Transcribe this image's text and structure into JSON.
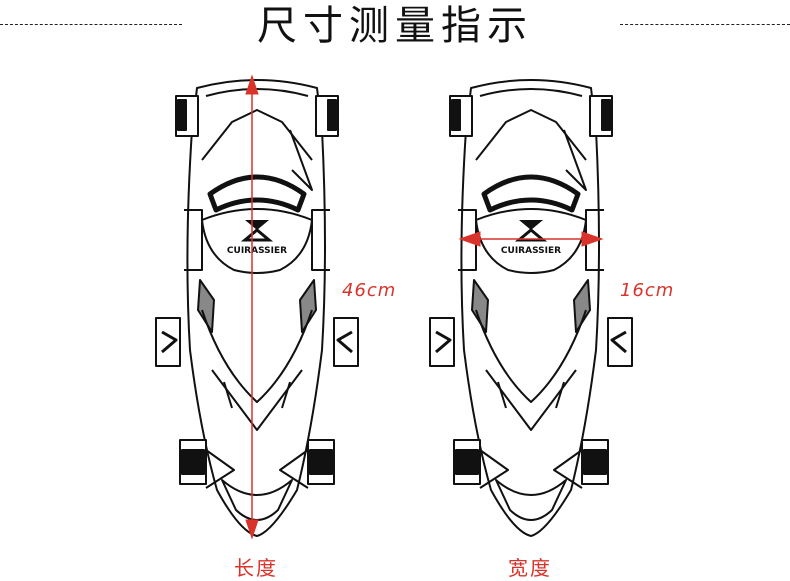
{
  "title": "尺寸测量指示",
  "left_pad": {
    "brand": "CUIRASSIER",
    "measurement": "46cm",
    "caption": "长度"
  },
  "right_pad": {
    "brand": "CUIRASSIER",
    "measurement": "16cm",
    "caption": "宽度"
  },
  "colors": {
    "accent": "#d9342b",
    "line": "#111111"
  }
}
